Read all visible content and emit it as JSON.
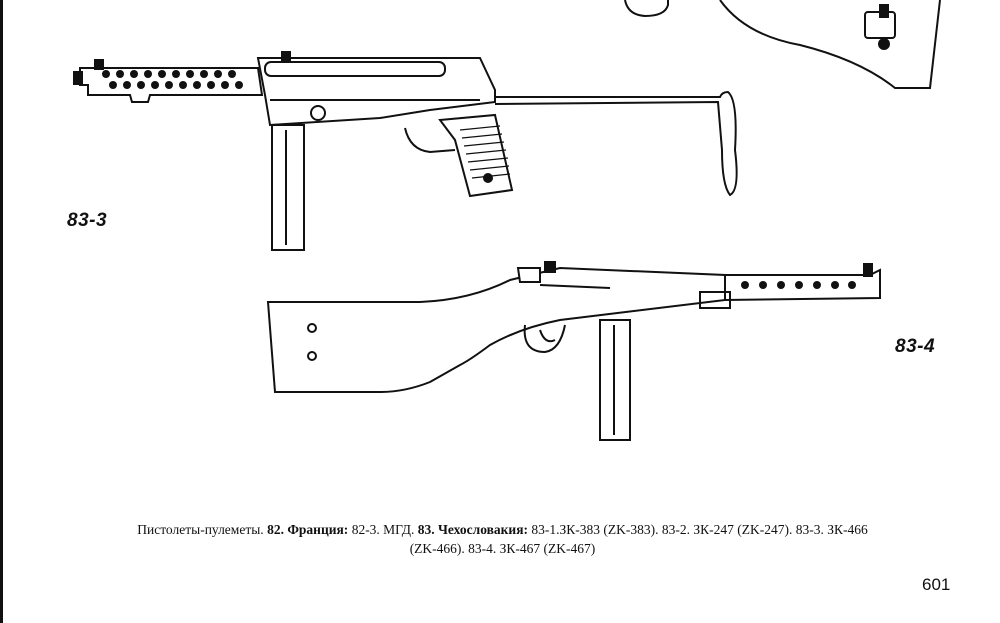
{
  "figures": {
    "fig_83_3_label": "83-3",
    "fig_83_4_label": "83-4"
  },
  "caption": {
    "part1": "Пистолеты-пулеметы.",
    "part2": "82. Франция:",
    "part3": "82-3. МГД.",
    "part4": "83. Чехословакия:",
    "line1_rest": "83-1.ЗК-383 (ZK-383). 83-2. ЗК-247 (ZK-247). 83-3. ЗК-466",
    "line2": "(ZK-466). 83-4. ЗК-467 (ZK-467)"
  },
  "page_number": "601"
}
